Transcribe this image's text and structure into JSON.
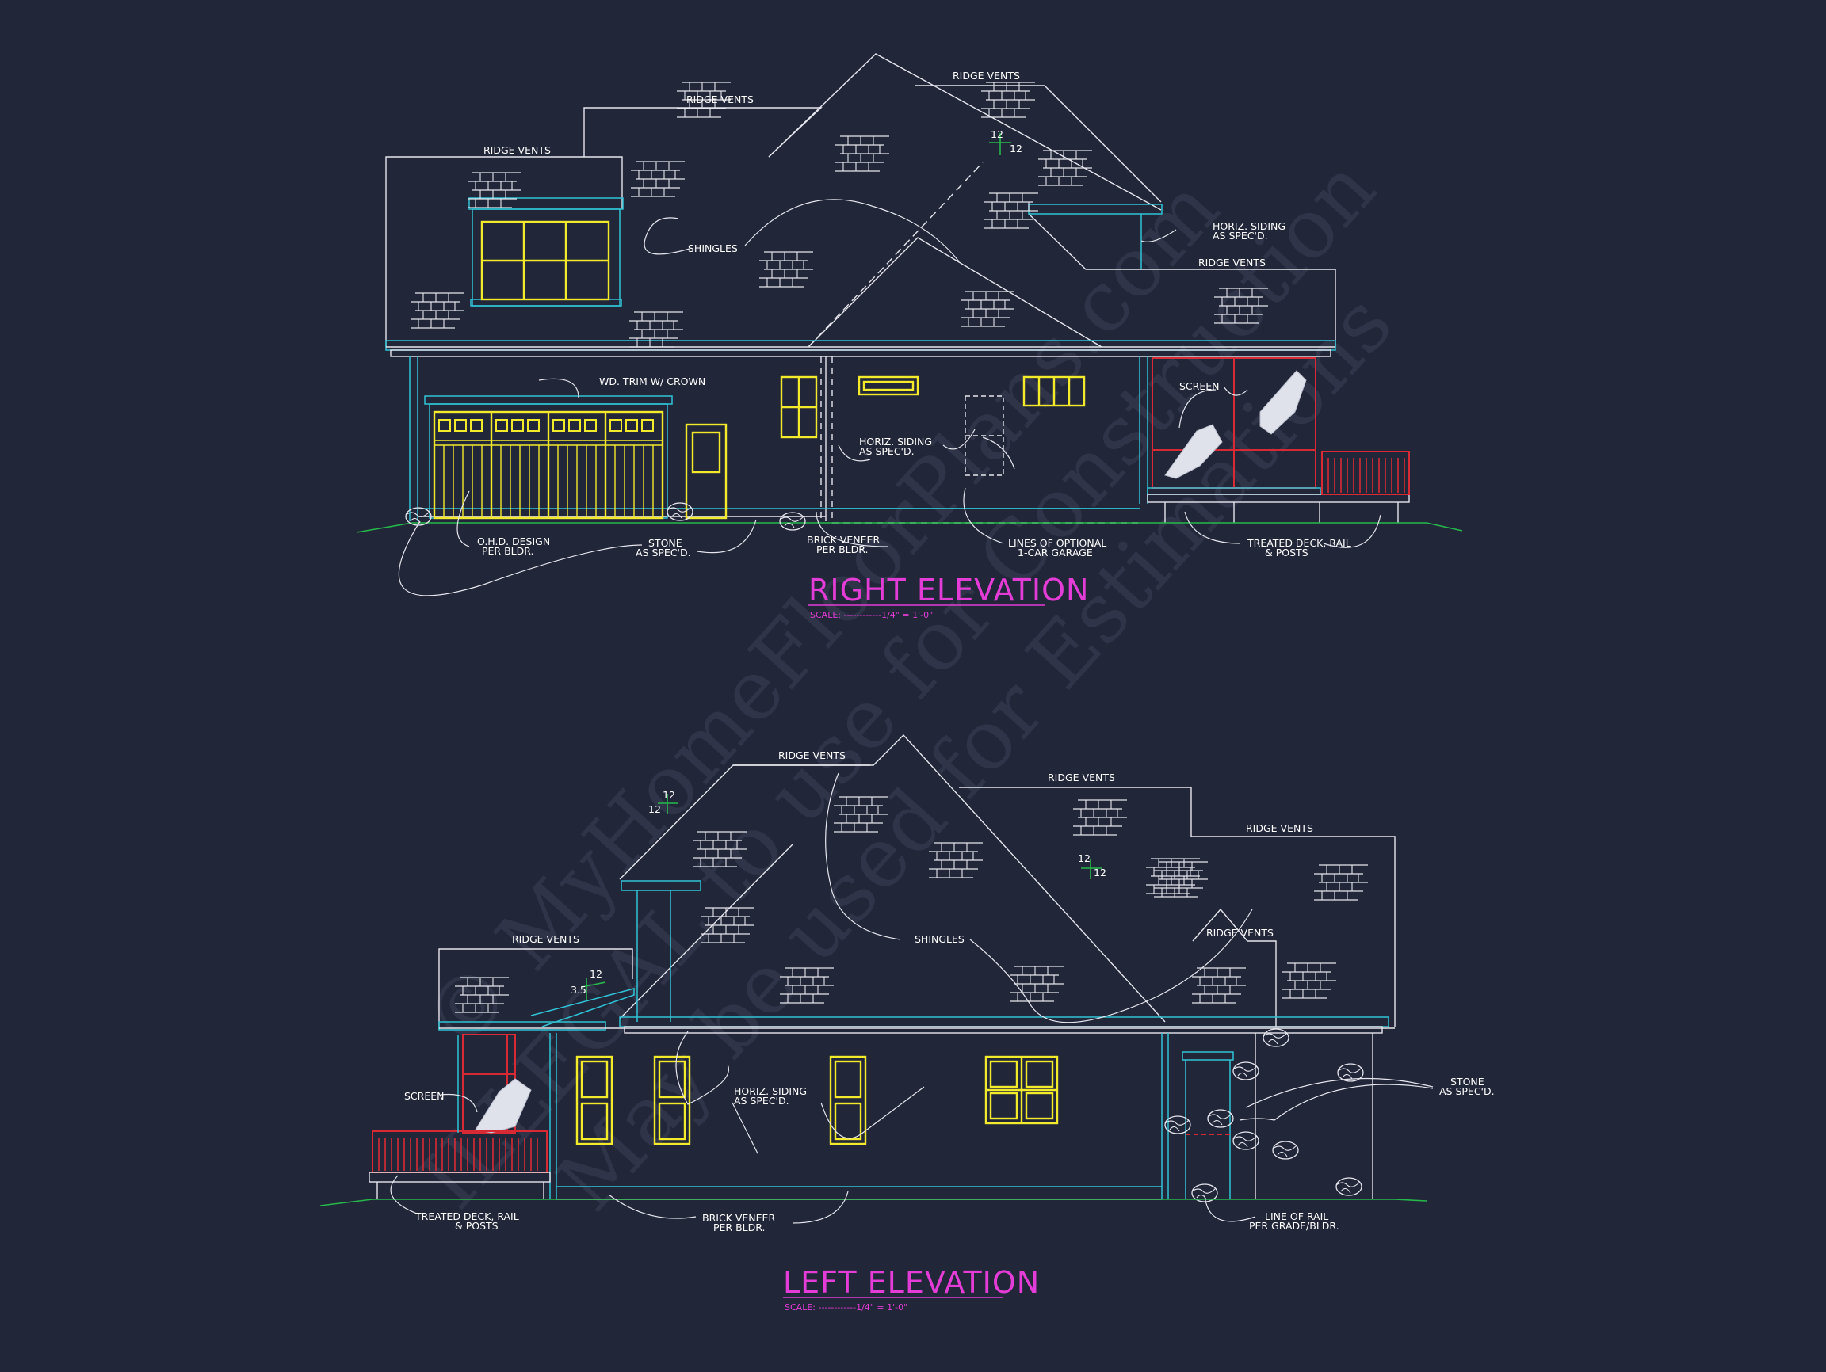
{
  "watermark": {
    "line1": "© MyHomeFloorPlans.com",
    "line2": "ILLEGAL to use for Construction",
    "line3": "May be used for Estimations"
  },
  "right_elevation": {
    "title": "RIGHT ELEVATION",
    "scale": "SCALE: ------------1/4\" = 1'-0\"",
    "labels": {
      "ridge_vents_1": "RIDGE VENTS",
      "ridge_vents_2": "RIDGE VENTS",
      "ridge_vents_3": "RIDGE VENTS",
      "ridge_vents_4": "RIDGE VENTS",
      "shingles": "SHINGLES",
      "horiz_siding_top_1": "HORIZ. SIDING",
      "horiz_siding_top_2": "AS SPEC'D.",
      "wd_trim": "WD. TRIM W/ CROWN",
      "horiz_siding_1": "HORIZ. SIDING",
      "horiz_siding_2": "AS SPEC'D.",
      "screen": "SCREEN",
      "ohd_1": "O.H.D. DESIGN",
      "ohd_2": "PER BLDR.",
      "stone_1": "STONE",
      "stone_2": "AS SPEC'D.",
      "brick_1": "BRICK VENEER",
      "brick_2": "PER BLDR.",
      "garage_1": "LINES OF OPTIONAL",
      "garage_2": "1-CAR GARAGE",
      "deck_1": "TREATED DECK, RAIL",
      "deck_2": "& POSTS",
      "pitch_a": "12",
      "pitch_b": "12"
    }
  },
  "left_elevation": {
    "title": "LEFT ELEVATION",
    "scale": "SCALE: ------------1/4\" = 1'-0\"",
    "labels": {
      "ridge_vents_1": "RIDGE VENTS",
      "ridge_vents_2": "RIDGE VENTS",
      "ridge_vents_3": "RIDGE VENTS",
      "ridge_vents_4": "RIDGE VENTS",
      "ridge_vents_5": "RIDGE VENTS",
      "shingles": "SHINGLES",
      "screen": "SCREEN",
      "horiz_siding_1": "HORIZ. SIDING",
      "horiz_siding_2": "AS SPEC'D.",
      "stone_1": "STONE",
      "stone_2": "AS SPEC'D.",
      "deck_1": "TREATED DECK, RAIL",
      "deck_2": "& POSTS",
      "brick_1": "BRICK VENEER",
      "brick_2": "PER BLDR.",
      "rail_1": "LINE OF RAIL",
      "rail_2": "PER GRADE/BLDR.",
      "pitch_1a": "12",
      "pitch_1b": "12",
      "pitch_2a": "12",
      "pitch_2b": "12",
      "pitch_3a": "12",
      "pitch_3b": "3.5"
    }
  },
  "colors": {
    "background": "#222639",
    "line": "#e6e6ee",
    "trim": "#2fc4d6",
    "window": "#f2ea2a",
    "deck": "#d82a34",
    "grade": "#26b84a",
    "title": "#e43cd6"
  }
}
